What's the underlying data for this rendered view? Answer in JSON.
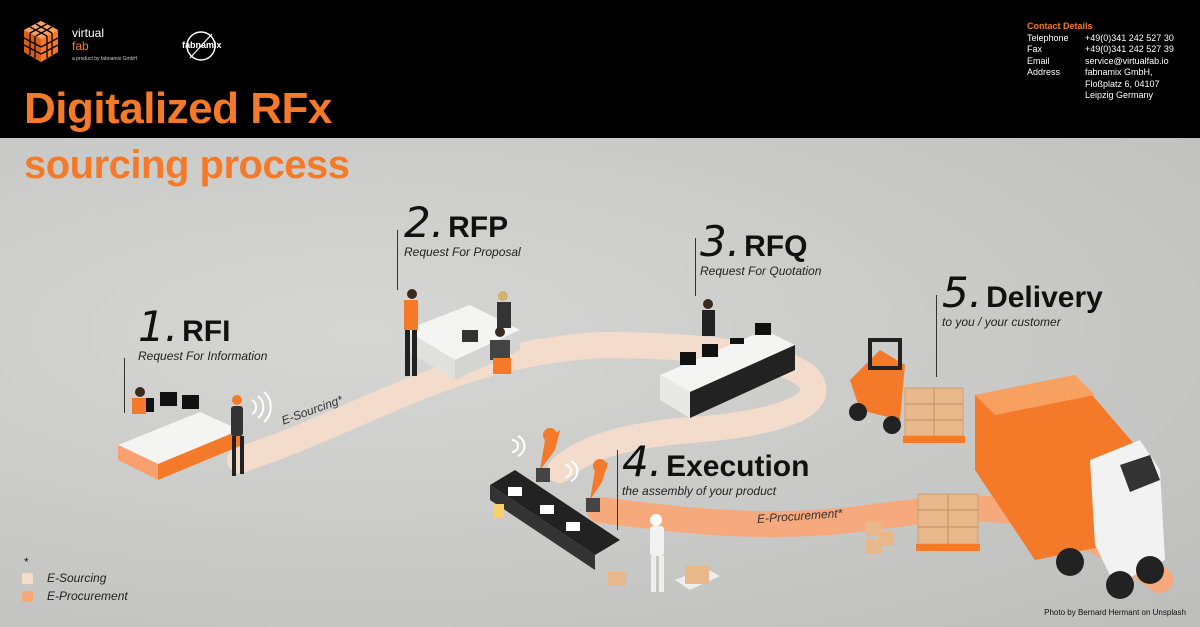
{
  "brand": {
    "line1": "virtual",
    "line2": "fab",
    "tagline": "a product by fabnamix GmbH",
    "partner": "fabnamix",
    "accent": "#f47a2a",
    "dark": "#000000"
  },
  "title": {
    "line1": "Digitalized RFx",
    "line2": "sourcing process"
  },
  "contact": {
    "heading": "Contact Details",
    "rows": [
      {
        "label": "Telephone",
        "value": "+49(0)341 242 527 30"
      },
      {
        "label": "Fax",
        "value": "+49(0)341 242 527 39"
      },
      {
        "label": "Email",
        "value": "service@virtualfab.io"
      },
      {
        "label": "Address",
        "value": "fabnamix GmbH,"
      },
      {
        "label": "",
        "value": "Floßplatz 6, 04107"
      },
      {
        "label": "",
        "value": "Leipzig Germany"
      }
    ]
  },
  "steps": [
    {
      "num": "1.",
      "name": "RFI",
      "sub": "Request For Information"
    },
    {
      "num": "2.",
      "name": "RFP",
      "sub": "Request For Proposal"
    },
    {
      "num": "3.",
      "name": "RFQ",
      "sub": "Request For Quotation"
    },
    {
      "num": "4.",
      "name": "Execution",
      "sub": "the assembly of your product"
    },
    {
      "num": "5.",
      "name": "Delivery",
      "sub": "to you / your customer"
    }
  ],
  "flows": {
    "sourcing": "E-Sourcing*",
    "procurement": "E-Procurement*"
  },
  "legend": {
    "marker": "*",
    "items": [
      {
        "label": "E-Sourcing",
        "color": "#f6dccb"
      },
      {
        "label": "E-Procurement",
        "color": "#f8a878"
      }
    ]
  },
  "credit": "Photo by Bernard Hermant on Unsplash"
}
